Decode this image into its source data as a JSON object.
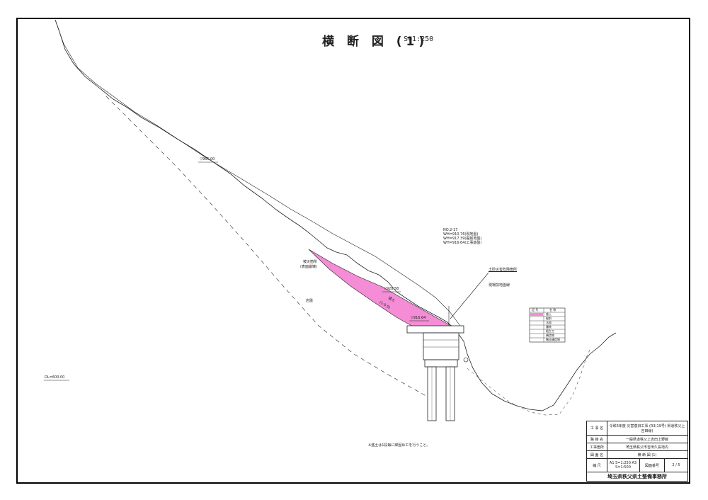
{
  "title": "横 断 図 (1)",
  "scale": "S=1:250",
  "labels": {
    "el_top": "▽965.00",
    "dl": "DL=600.00",
    "point_no": "NO.2-17",
    "wh1": "WH=910.76(現地盤)",
    "wh2": "WH=917.39(掘削地盤)",
    "wh3": "WH=916.64(工事基盤)",
    "sediment_line": "土砂災害危険箇所",
    "existing_ground": "現場前地盤線",
    "slope_label1": "被災箇所",
    "slope_label2": "(表面崩壊)",
    "fill_label1": "盛土",
    "fill_label2": "(1:0.5)",
    "el_mid": "▽928.58",
    "el_low": "▽916.64",
    "bedrock": "岩盤",
    "note": "※盛土は1段毎に締固め工を行うこと。"
  },
  "legend_table": {
    "headers": [
      "記 号",
      "名 称"
    ],
    "rows": [
      "盛土",
      "掘削",
      "法面",
      "舗装",
      "植生工",
      "構造物",
      "撤去構造物"
    ]
  },
  "title_block": {
    "rows": [
      {
        "key": "工 事 名",
        "value": "令和3年度 災害復旧工事 (R3(19号) 県道秩父上吉田線)"
      },
      {
        "key": "路 線 名",
        "value": "一般県道秩父上吉田上野線"
      },
      {
        "key": "工事箇所",
        "value": "埼玉県秩父市吉田久長地内"
      },
      {
        "key": "図 面 名",
        "value": "横 断 図 (1)"
      },
      {
        "key": "縮 尺",
        "value": "A1 S=1:250  A3 S=1:500",
        "sheet_label": "図面番号",
        "sheet_no": "2 / 5"
      }
    ],
    "org": "埼玉県秩父県土整備事務所"
  },
  "colors": {
    "fill": "#f48cd6",
    "line": "#222222",
    "frame": "#000000"
  }
}
